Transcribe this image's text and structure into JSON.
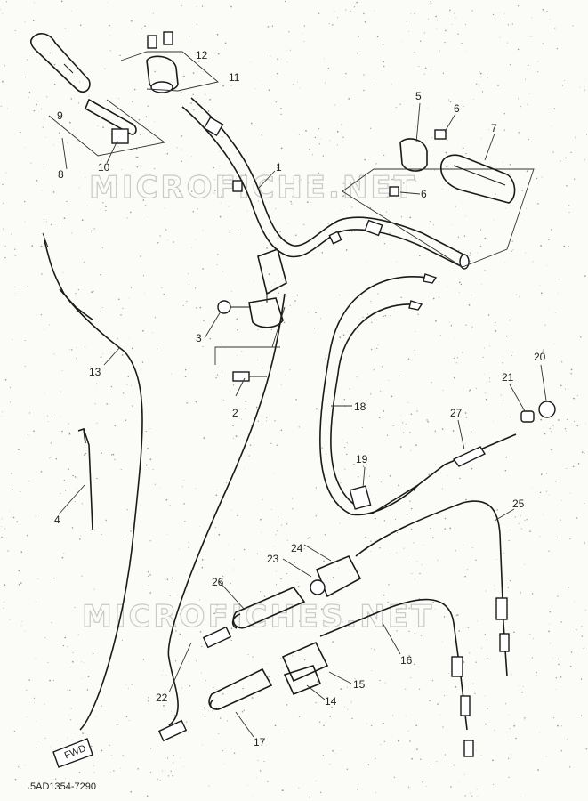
{
  "watermarks": [
    "MICROFICHE.NET",
    "MICROFICHES.NET"
  ],
  "diagram_code": "5AD1354-7290",
  "fwd_label": "FWD",
  "callouts": [
    {
      "id": "1",
      "label": "1"
    },
    {
      "id": "2",
      "label": "2"
    },
    {
      "id": "3",
      "label": "3"
    },
    {
      "id": "4",
      "label": "4"
    },
    {
      "id": "5",
      "label": "5"
    },
    {
      "id": "6a",
      "label": "6"
    },
    {
      "id": "6b",
      "label": "6"
    },
    {
      "id": "7",
      "label": "7"
    },
    {
      "id": "8",
      "label": "8"
    },
    {
      "id": "9",
      "label": "9"
    },
    {
      "id": "10",
      "label": "10"
    },
    {
      "id": "11",
      "label": "11"
    },
    {
      "id": "12",
      "label": "12"
    },
    {
      "id": "13",
      "label": "13"
    },
    {
      "id": "14",
      "label": "14"
    },
    {
      "id": "15",
      "label": "15"
    },
    {
      "id": "16",
      "label": "16"
    },
    {
      "id": "17",
      "label": "17"
    },
    {
      "id": "18",
      "label": "18"
    },
    {
      "id": "19",
      "label": "19"
    },
    {
      "id": "20",
      "label": "20"
    },
    {
      "id": "21",
      "label": "21"
    },
    {
      "id": "22",
      "label": "22"
    },
    {
      "id": "23",
      "label": "23"
    },
    {
      "id": "24",
      "label": "24"
    },
    {
      "id": "25",
      "label": "25"
    },
    {
      "id": "26",
      "label": "26"
    },
    {
      "id": "27",
      "label": "27"
    }
  ]
}
